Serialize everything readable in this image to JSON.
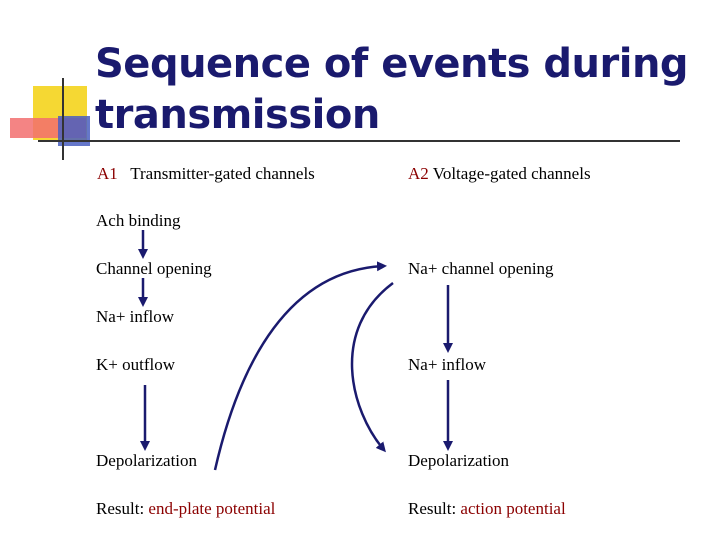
{
  "title": {
    "line1": "Sequence of events during",
    "line2": "transmission"
  },
  "columns": {
    "left_header_tag": "A1",
    "left_header": "Transmitter-gated channels",
    "right_header_tag": "A2",
    "right_header": "Voltage-gated channels"
  },
  "left_steps": {
    "ach_binding": "Ach binding",
    "channel_opening": "Channel opening",
    "na_inflow": "Na+ inflow",
    "k_outflow": "K+ outflow",
    "depolarization": "Depolarization",
    "result_label": "Result:",
    "result_value": "end-plate potential"
  },
  "right_steps": {
    "na_channel_opening": "Na+ channel opening",
    "na_inflow": "Na+ inflow",
    "depolarization": "Depolarization",
    "result_label": "Result:",
    "result_value": "action potential"
  },
  "colors": {
    "title": "#1a1a6e",
    "arrow": "#1a1a6e",
    "highlight": "#8b0000",
    "deco_yellow": "#f5d833",
    "deco_pink": "#f26f6f",
    "deco_blue": "#4a5fbf"
  }
}
